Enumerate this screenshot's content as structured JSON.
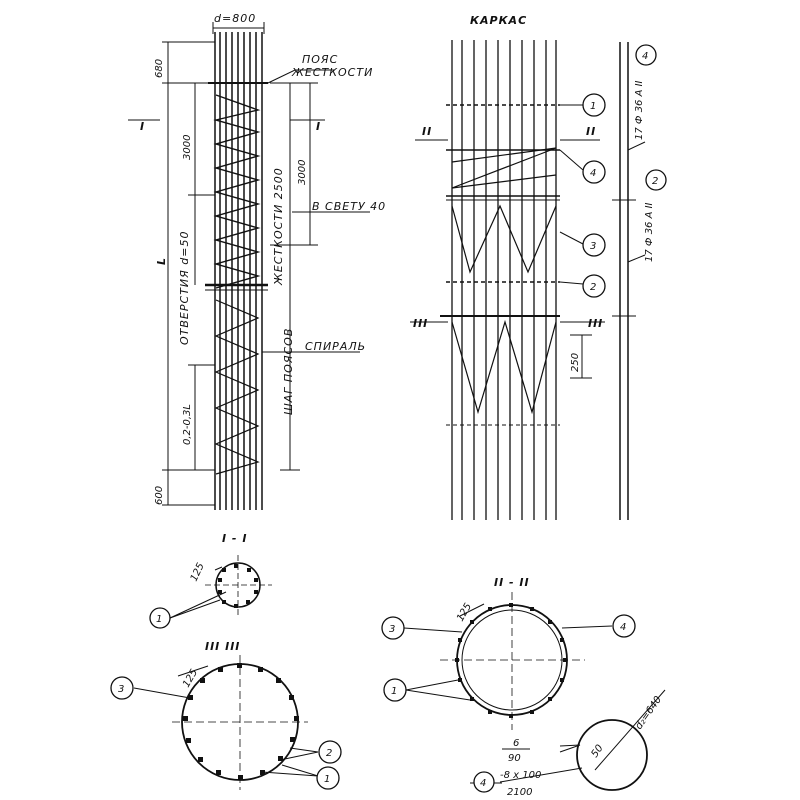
{
  "drawing": {
    "left": {
      "diameter": "d=800",
      "dim_680": "680",
      "belt_label_1": "ПОЯС",
      "belt_label_2": "ЖЕСТКОСТИ",
      "section_I_left": "I",
      "section_I_right": "I",
      "dim_3000_left": "3000",
      "dim_3000_right": "3000",
      "vertical_belt_text": "ЖЕСТКОСТИ 2500",
      "clear_label": "В СВЕТУ 40",
      "length_label": "L",
      "hole_label": "ОТВЕРСТИЯ d=50",
      "step_label": "ШАГ ПОЯСОВ",
      "spiral_label": "СПИРАЛЬ",
      "dim_02L": "0,2-0,3L",
      "dim_600": "600"
    },
    "right": {
      "title": "КАРКАС",
      "section_II_left": "II",
      "section_II_right": "II",
      "section_III_left": "III",
      "section_III_right": "III",
      "callouts": [
        "1",
        "4",
        "3",
        "2"
      ],
      "dim_250": "250",
      "bar_callout_4": "4",
      "bar_callout_2": "2",
      "bar_spec_4": "17 Ф 36 А II",
      "bar_spec_2": "17 Ф 36 А II"
    },
    "sections": {
      "s1_title": "I - I",
      "s1_dim": "125",
      "s1_callout": "1",
      "s3_title": "III  III",
      "s3_dim": "125",
      "s3_callout_3": "3",
      "s3_callout_2": "2",
      "s3_callout_1": "1",
      "s2_title": "II - II",
      "s2_dim": "125",
      "s2_callout_3": "3",
      "s2_callout_4": "4",
      "s2_callout_1": "1",
      "ring_dim": "d₂=640",
      "ring_dim_50": "50",
      "frac_num": "6",
      "frac_den": "90",
      "ring_callout": "4",
      "ring_spec_num": "-8 x 100",
      "ring_spec_den": "2100"
    }
  }
}
